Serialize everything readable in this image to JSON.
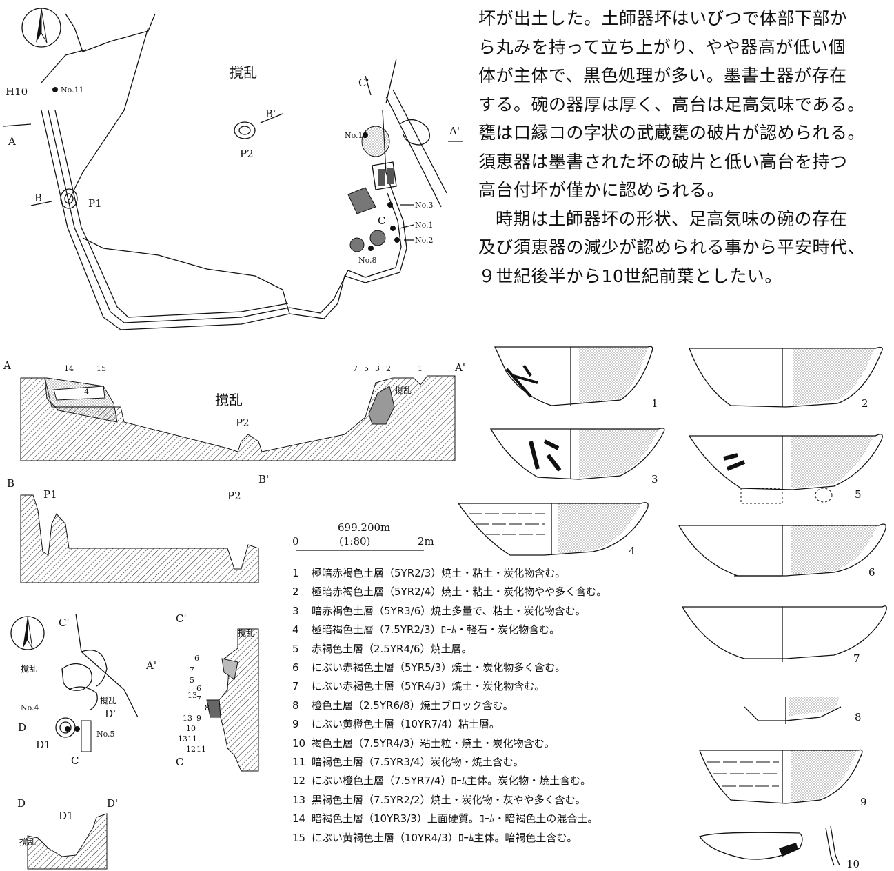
{
  "body_text": {
    "lines": [
      "坏が出土した。土師器坏はいびつで体部下部か",
      "ら丸みを持って立ち上がり、やや器高が低い個",
      "体が主体で、黒色処理が多い。墨書土器が存在",
      "する。碗の器厚は厚く、高台は足高気味である。",
      "甕は口縁コの字状の武蔵甕の破片が認められる。",
      "須恵器は墨書された坏の破片と低い高台を持つ",
      "高台付坏が僅かに認められる。",
      "時期は土師器坏の形状、足高気味の碗の存在",
      "及び須恵器の減少が認められる事から平安時代、",
      "９世紀後半から10世紀前葉としたい。"
    ]
  },
  "plan": {
    "disturbance": "撹乱",
    "house_label": "H10",
    "a": "A",
    "a_prime": "A'",
    "b": "B",
    "b_prime": "B'",
    "c_prime": "C'",
    "c": "C",
    "p1": "P1",
    "p2": "P2",
    "no11": "No.11",
    "no19": "No.19",
    "no3": "No.3",
    "no1": "No.1",
    "no2": "No.2",
    "no8": "No.8"
  },
  "section_a": {
    "a": "A",
    "a_prime": "A'",
    "disturbance": "撹乱",
    "p2": "P2",
    "small_disturbance": "撹乱",
    "layers_left": [
      "14",
      "15",
      "4"
    ],
    "layers_right": [
      "7",
      "5",
      "3",
      "2",
      "1"
    ]
  },
  "section_b": {
    "b": "B",
    "b_prime": "B'",
    "p1": "P1",
    "p2": "P2"
  },
  "scale": {
    "elevation": "699.200m",
    "ratio": "(1:80)",
    "start": "0",
    "end": "2m"
  },
  "detail_plan": {
    "disturbance": "撹乱",
    "disturbance2": "撹乱",
    "c_prime": "C'",
    "c": "C",
    "a_prime": "A'",
    "d": "D",
    "d_prime": "D'",
    "d1": "D1",
    "no4": "No.4",
    "no5": "No.5"
  },
  "section_c": {
    "c_prime": "C'",
    "c": "C",
    "disturbance": "撹乱",
    "layers": [
      "6",
      "7",
      "5",
      "13",
      "6",
      "7",
      "8",
      "9",
      "13",
      "10",
      "13",
      "11",
      "12",
      "11"
    ]
  },
  "section_d": {
    "d": "D",
    "d_prime": "D'",
    "d1": "D1",
    "disturbance": "撹乱"
  },
  "legend": [
    {
      "num": "1",
      "text": "極暗赤褐色土層（5YR2/3）焼土・粘土・炭化物含む。"
    },
    {
      "num": "2",
      "text": "極暗赤褐色土層（5YR2/4）焼土・粘土・炭化物やや多く含む。"
    },
    {
      "num": "3",
      "text": "暗赤褐色土層（5YR3/6）焼土多量で、粘土・炭化物含む。"
    },
    {
      "num": "4",
      "text": "極暗褐色土層（7.5YR2/3）ﾛｰﾑ・軽石・炭化物含む。"
    },
    {
      "num": "5",
      "text": "赤褐色土層（2.5YR4/6）焼土層。"
    },
    {
      "num": "6",
      "text": "にぶい赤褐色土層（5YR5/3）焼土・炭化物多く含む。"
    },
    {
      "num": "7",
      "text": "にぶい赤褐色土層（5YR4/3）焼土・炭化物含む。"
    },
    {
      "num": "8",
      "text": "橙色土層（2.5YR6/8）焼土ブロック含む。"
    },
    {
      "num": "9",
      "text": "にぶい黄橙色土層（10YR7/4）粘土層。"
    },
    {
      "num": "10",
      "text": "褐色土層（7.5YR4/3）粘土粒・焼土・炭化物含む。"
    },
    {
      "num": "11",
      "text": "暗褐色土層（7.5YR3/4）炭化物・焼土含む。"
    },
    {
      "num": "12",
      "text": "にぶい橙色土層（7.5YR7/4）ﾛｰﾑ主体。炭化物・焼土含む。"
    },
    {
      "num": "13",
      "text": "黒褐色土層（7.5YR2/2）焼土・炭化物・灰やや多く含む。"
    },
    {
      "num": "14",
      "text": "暗褐色土層（10YR3/3）上面硬質。ﾛｰﾑ・暗褐色土の混合土。"
    },
    {
      "num": "15",
      "text": "にぶい黄褐色土層（10YR4/3）ﾛｰﾑ主体。暗褐色土含む。"
    }
  ],
  "pottery": {
    "labels": [
      "1",
      "2",
      "3",
      "4",
      "5",
      "6",
      "7",
      "8",
      "9",
      "10"
    ]
  }
}
